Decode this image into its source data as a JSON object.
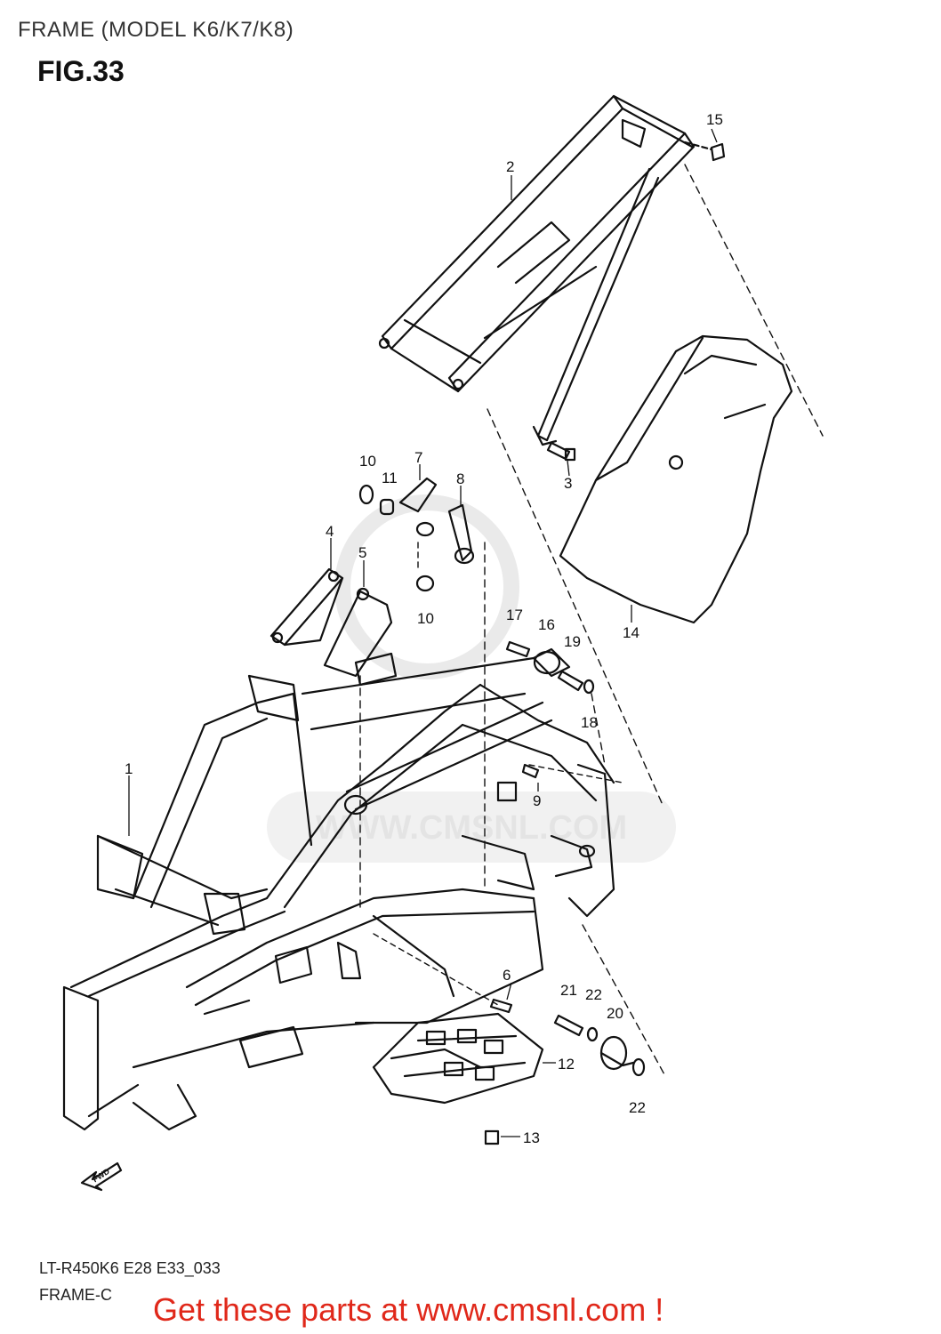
{
  "header": {
    "title": "FRAME (MODEL K6/K7/K8)",
    "fig": "FIG.33"
  },
  "callouts": [
    "1",
    "2",
    "3",
    "4",
    "5",
    "6",
    "7",
    "8",
    "9",
    "10",
    "10",
    "11",
    "12",
    "13",
    "14",
    "15",
    "16",
    "17",
    "18",
    "19",
    "20",
    "21",
    "22",
    "22"
  ],
  "arrow_label": "FWD",
  "watermark": "WWW.CMSNL.COM",
  "footer": {
    "code": "LT-R450K6 E28 E33_033",
    "frame": "FRAME-C"
  },
  "promo": "Get these parts at www.cmsnl.com !"
}
